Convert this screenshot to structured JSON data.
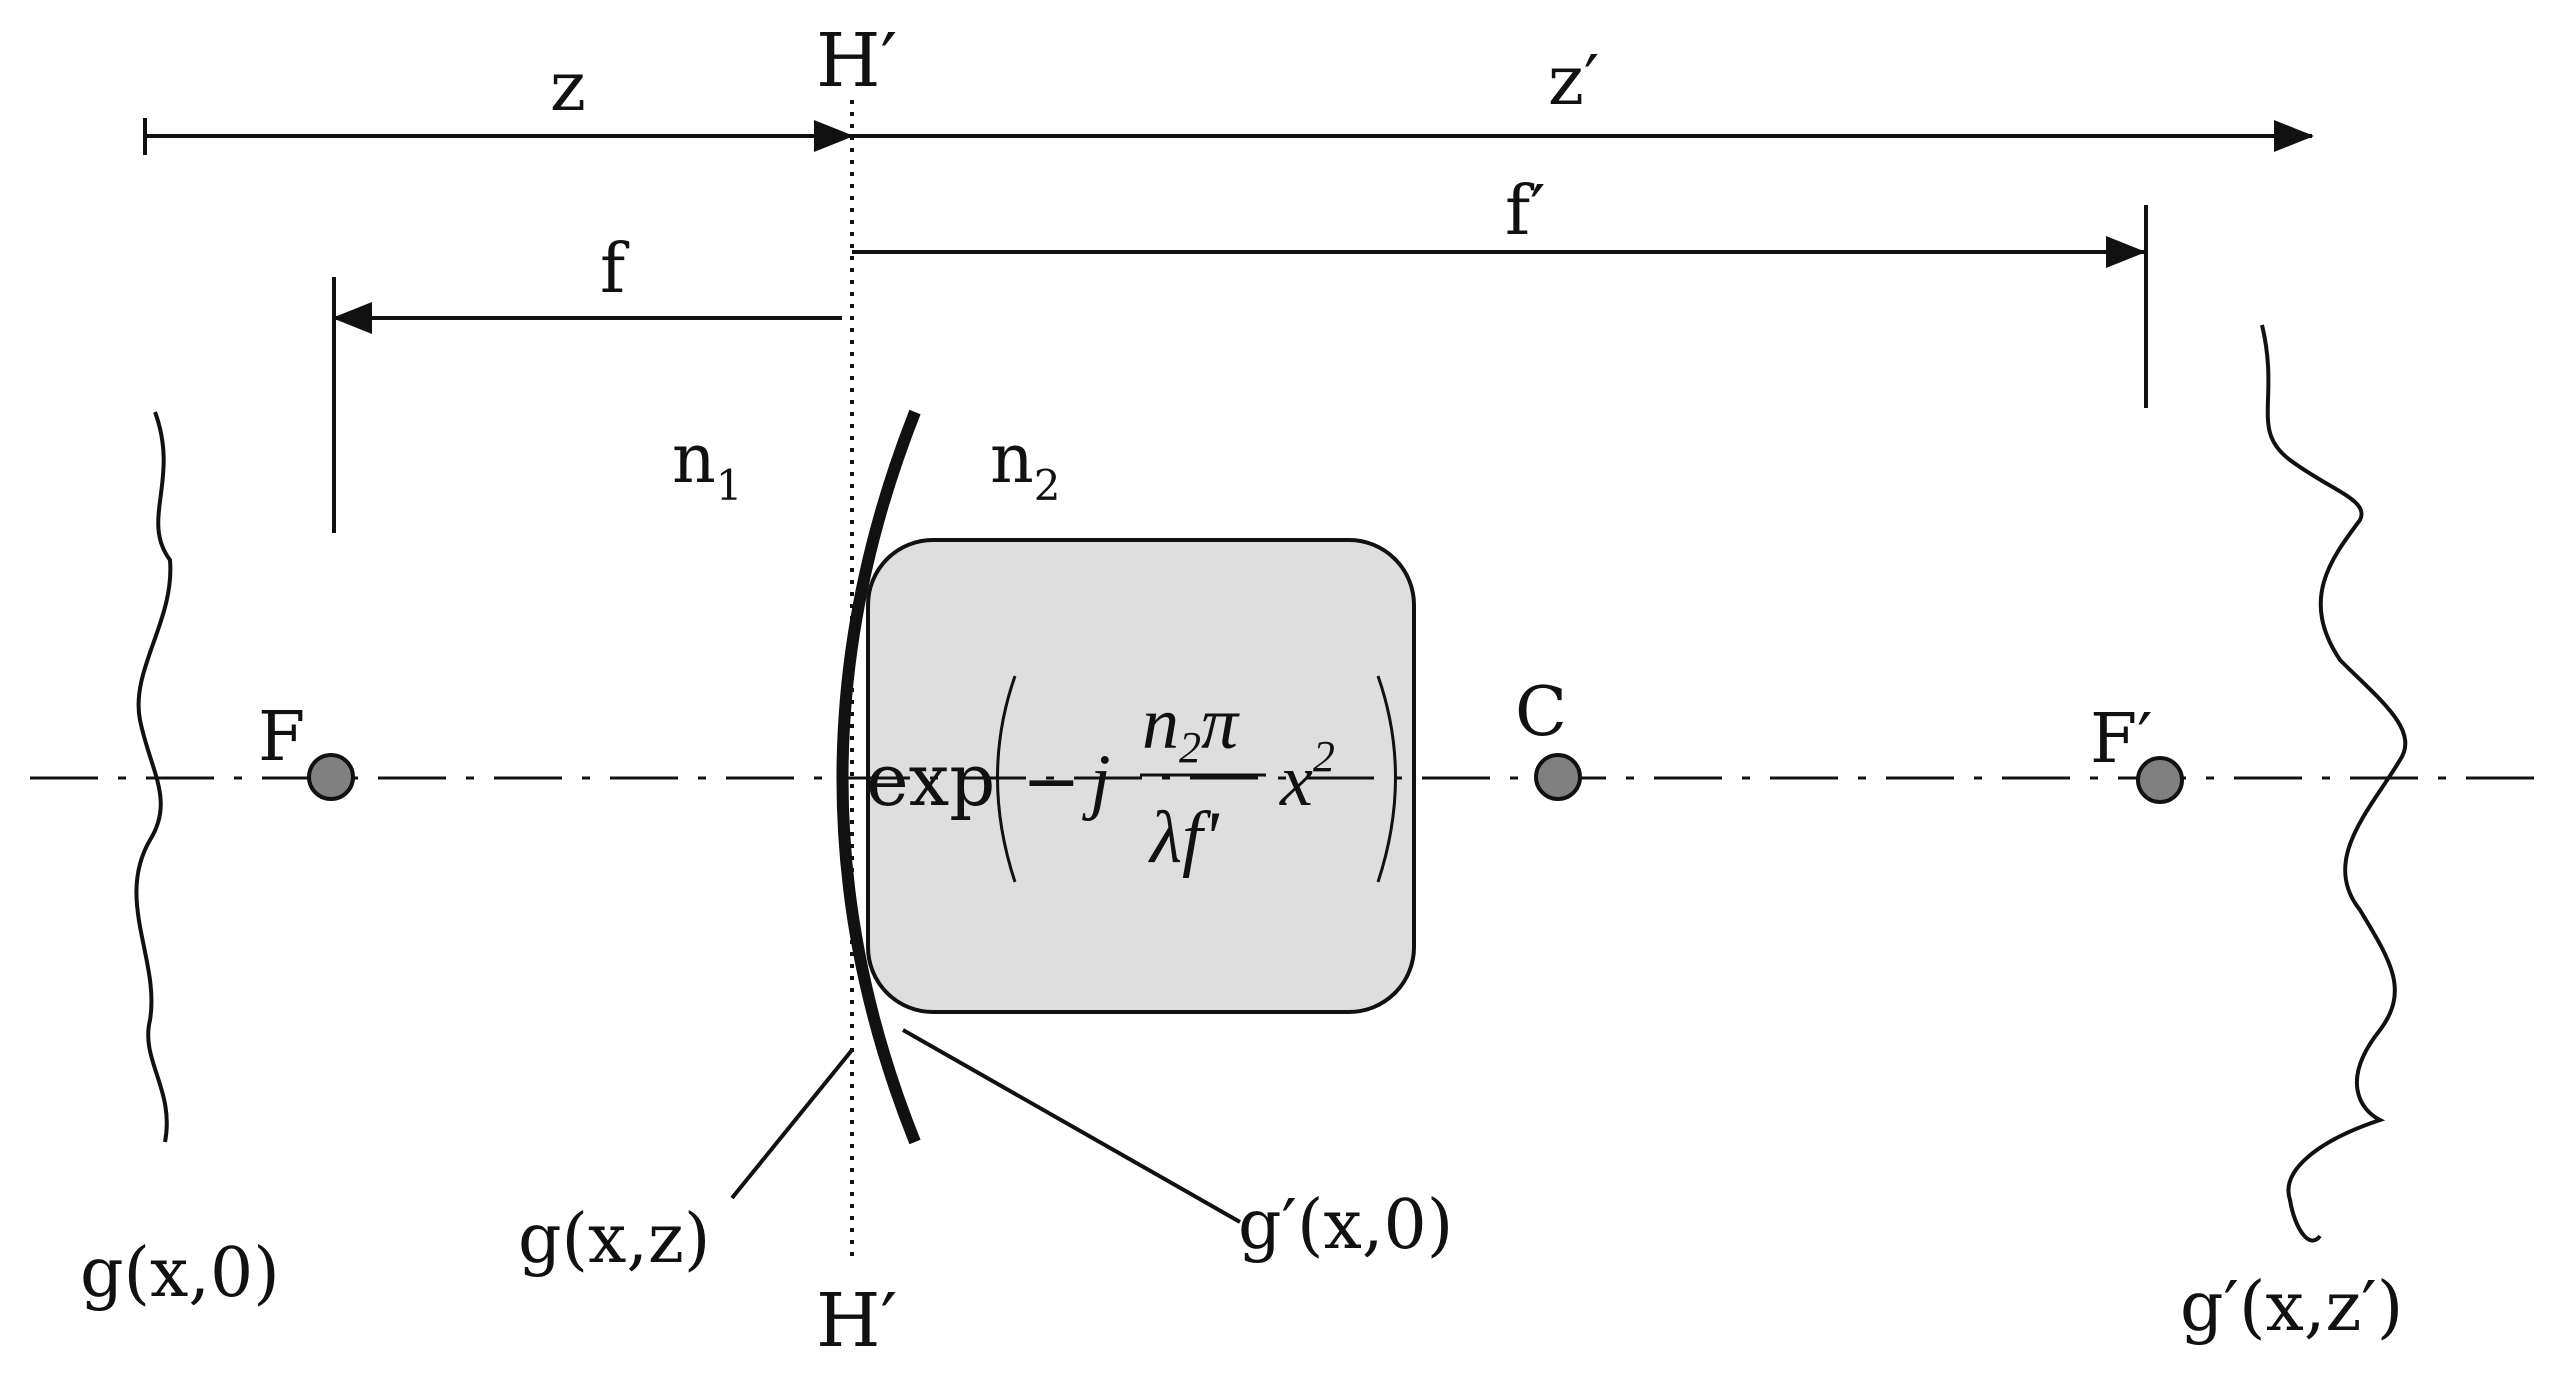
{
  "labels": {
    "z": "z",
    "z_prime": "z′",
    "H_prime_top": "H′",
    "H_prime_bottom": "H′",
    "f": "f",
    "f_prime": "f′",
    "n1_base": "n",
    "n1_sub": "1",
    "n2_base": "n",
    "n2_sub": "2",
    "F": "F",
    "C": "C",
    "F_prime": "F′",
    "g_x0": "g(x,0)",
    "g_xz": "g(x,z)",
    "gp_x0": "g′(x,0)",
    "gp_xzp": "g′(x,z′)"
  },
  "equation": {
    "func": "exp",
    "minus": "−",
    "j": "j",
    "num_n": "n",
    "num_sub": "2",
    "num_pi": "π",
    "den": "λf'",
    "x": "x",
    "power": "2"
  },
  "colors": {
    "line": "#111111",
    "lens_box_fill": "#dedede",
    "point_fill": "#808080"
  }
}
